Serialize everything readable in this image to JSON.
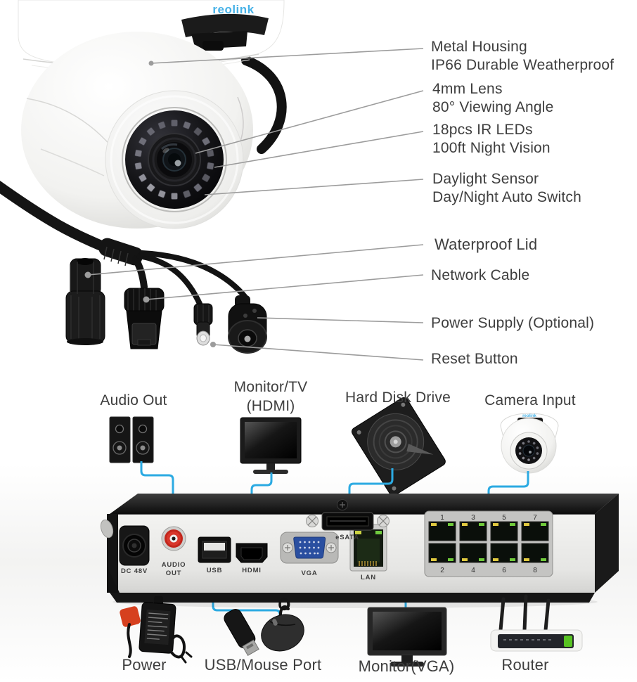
{
  "logo_text": "reolink",
  "callouts": [
    {
      "line1": "Metal Housing",
      "line2": "IP66 Durable Weatherproof"
    },
    {
      "line1": "4mm Lens",
      "line2": "80° Viewing Angle"
    },
    {
      "line1": "18pcs IR LEDs",
      "line2": "100ft Night Vision"
    },
    {
      "line1": "Daylight Sensor",
      "line2": "Day/Night Auto Switch"
    },
    {
      "line1": "Waterproof Lid"
    },
    {
      "line1": "Network Cable"
    },
    {
      "line1": "Power Supply (Optional)"
    },
    {
      "line1": "Reset Button"
    }
  ],
  "top_devices": {
    "audio_out": "Audio Out",
    "monitor_hdmi_line1": "Monitor/TV",
    "monitor_hdmi_line2": "(HDMI)",
    "hard_disk": "Hard Disk Drive",
    "camera_input": "Camera Input"
  },
  "nvr": {
    "ports": {
      "dc": "DC 48V",
      "audio_line1": "AUDIO",
      "audio_line2": "OUT",
      "usb": "USB",
      "hdmi": "HDMI",
      "vga": "VGA",
      "lan": "LAN",
      "esata": "eSATA"
    },
    "poe_top": [
      "1",
      "3",
      "5",
      "7"
    ],
    "poe_bottom": [
      "2",
      "4",
      "6",
      "8"
    ]
  },
  "bottom_devices": {
    "power": "Power",
    "usb_mouse": "USB/Mouse Port",
    "monitor_vga": "Monitor(VGA)",
    "router": "Router"
  },
  "colors": {
    "link_line": "#2baae2",
    "callout_line": "#9c9c9c",
    "text": "#3e3e3e",
    "logo_blue": "#47b2e7"
  }
}
